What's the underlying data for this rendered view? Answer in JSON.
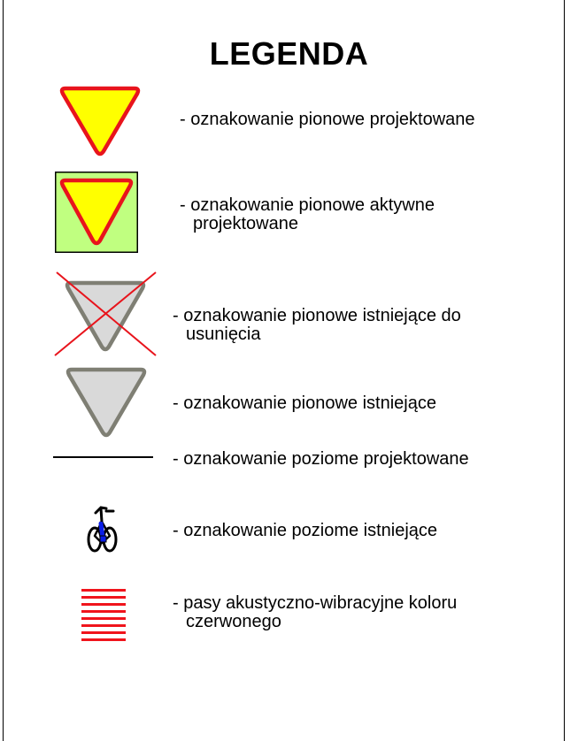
{
  "legend": {
    "title": "LEGENDA",
    "items": [
      {
        "symbol": "yield-sign-yellow-icon",
        "line1": "- oznakowanie pionowe projektowane",
        "line2": ""
      },
      {
        "symbol": "yield-sign-on-green-field-icon",
        "line1": "- oznakowanie pionowe aktywne",
        "line2": "projektowane"
      },
      {
        "symbol": "crossed-grey-yield-sign-icon",
        "line1": "- oznakowanie pionowe istniejące do",
        "line2": "usunięcia"
      },
      {
        "symbol": "grey-yield-sign-icon",
        "line1": "- oznakowanie pionowe istniejące",
        "line2": ""
      },
      {
        "symbol": "black-line-icon",
        "line1": "- oznakowanie poziome projektowane",
        "line2": ""
      },
      {
        "symbol": "bicycle-icon",
        "line1": "- oznakowanie poziome istniejące",
        "line2": ""
      },
      {
        "symbol": "red-stripes-icon",
        "line1": "- pasy akustyczno-wibracyjne koloru",
        "line2": "czerwonego"
      }
    ]
  },
  "colors": {
    "sign_fill_yellow": "#FFFF00",
    "sign_border_red": "#E8141C",
    "active_field_green": "#C0FF80",
    "existing_fill_grey": "#D9D9D9",
    "existing_border_grey": "#7F7F74",
    "removal_cross_red": "#E8141C",
    "bicycle_blue": "#0A1EE8",
    "stripes_red": "#F0141C"
  }
}
